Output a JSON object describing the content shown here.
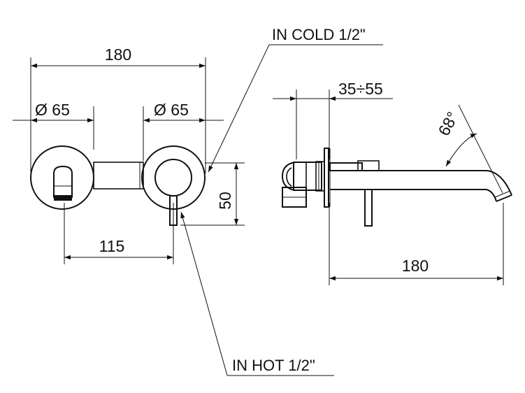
{
  "dimensions": {
    "front_width": "180",
    "left_diameter": "Ø 65",
    "right_diameter": "Ø 65",
    "spout_offset": "115",
    "handle_height": "50",
    "wall_range": "35÷55",
    "side_length": "180",
    "spout_angle": "68°"
  },
  "labels": {
    "in_cold": "IN COLD 1/2\"",
    "in_hot": "IN HOT 1/2\""
  }
}
